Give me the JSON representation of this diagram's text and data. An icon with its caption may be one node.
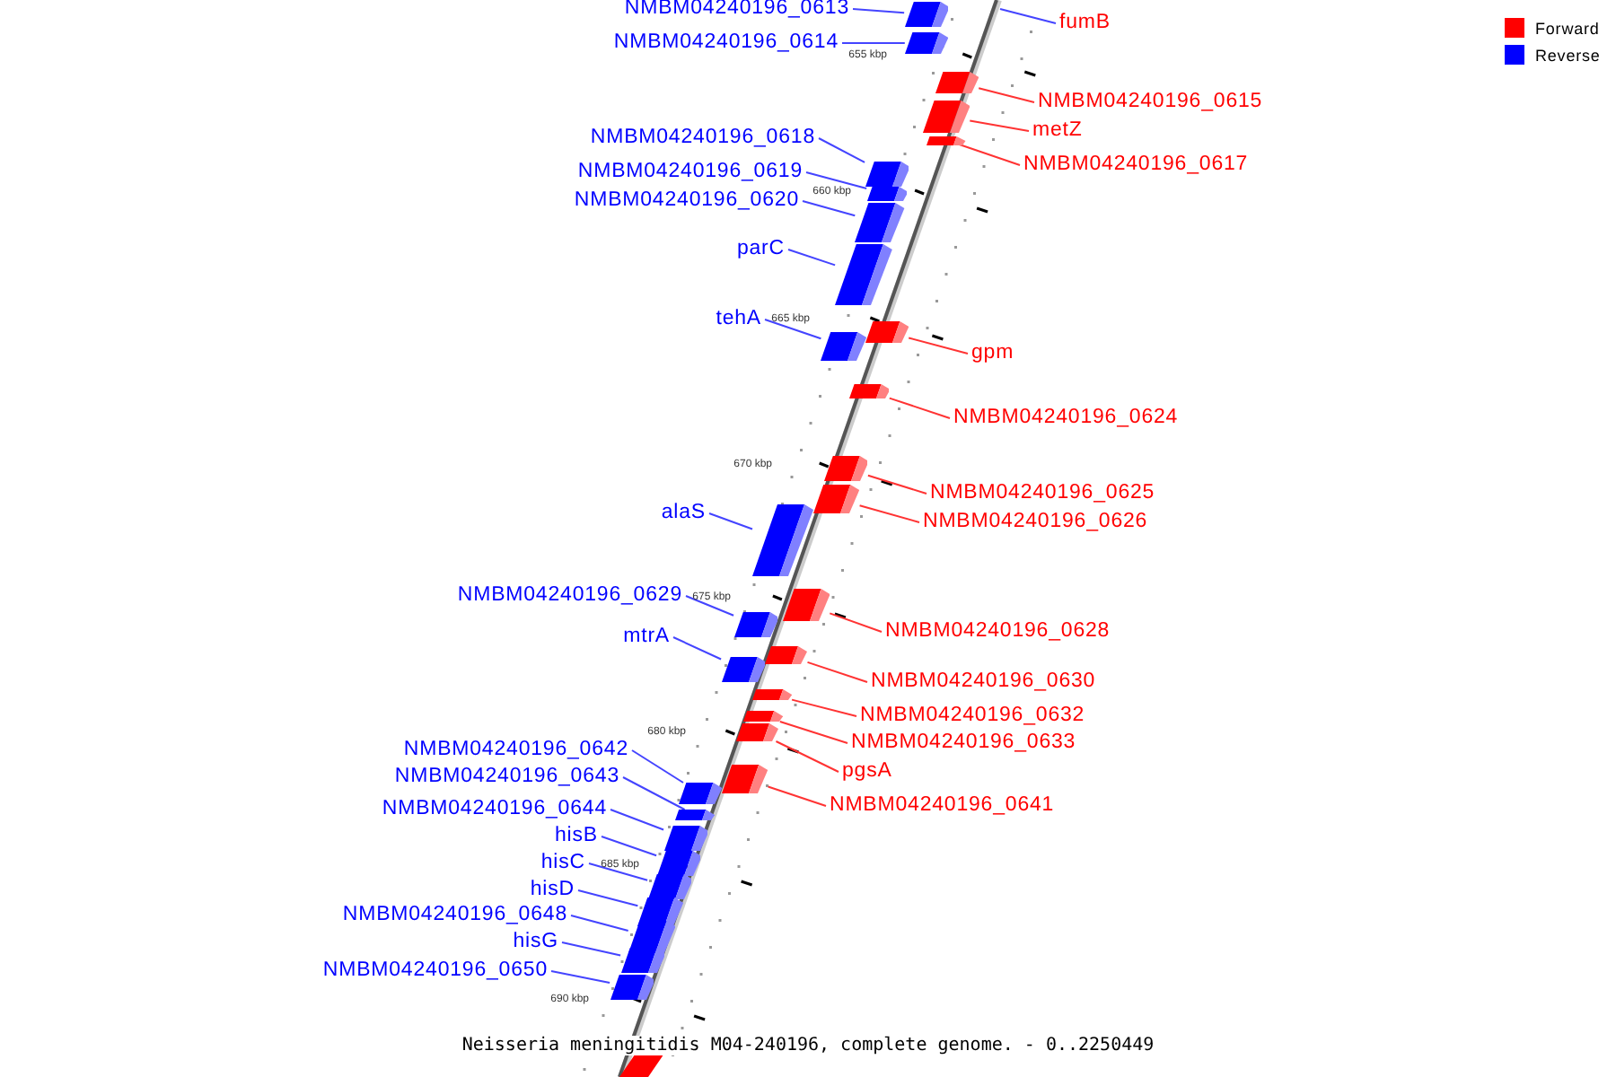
{
  "diagram": {
    "title": "Neisseria meningitidis M04-240196, complete genome. - 0..2250449",
    "nodes": [
      {
        "text": [
          "NMBM04240196_0613"
        ]
      },
      {
        "text": [],
        "shape": "box"
      },
      {
        "text": [
          "fumB"
        ]
      },
      {
        "text": [
          "NMBM04240196_0614"
        ]
      },
      {
        "text": [],
        "shape": "box"
      },
      {
        "text": [
          "NMBM04240196_0615"
        ]
      },
      {
        "text": [],
        "shape": "box"
      },
      {
        "text": [
          "metZ"
        ]
      },
      {
        "text": [],
        "shape": "box"
      },
      {
        "text": [
          "NMBM04240196_0618"
        ]
      },
      {
        "text": [],
        "shape": "box"
      },
      {
        "text": [
          "NMBM04240196_0617"
        ]
      },
      {
        "text": [],
        "shape": "box"
      },
      {
        "text": [
          "NMBM04240196_0619"
        ]
      },
      {
        "text": [],
        "shape": "box"
      },
      {
        "text": [
          "NMBM04240196_0620"
        ]
      },
      {
        "text": [],
        "shape": "box"
      },
      {
        "text": [
          "parC"
        ]
      },
      {
        "text": [],
        "shape": "box"
      },
      {
        "text": [
          "tehA"
        ]
      },
      {
        "text": [],
        "shape": "box"
      },
      {
        "text": [
          "gpm"
        ]
      },
      {
        "text": [],
        "shape": "box"
      },
      {
        "text": [
          "NMBM04240196_0624"
        ]
      },
      {
        "text": [],
        "shape": "box"
      },
      {
        "text": [
          "NMBM04240196_0625"
        ]
      },
      {
        "text": [],
        "shape": "box"
      },
      {
        "text": [
          "alaS"
        ]
      },
      {
        "text": [],
        "shape": "box"
      },
      {
        "text": [
          "NMBM04240196_0626"
        ]
      },
      {
        "text": [],
        "shape": "box"
      },
      {
        "text": [
          "NMBM04240196_0629"
        ]
      },
      {
        "text": [],
        "shape": "box"
      },
      {
        "text": [
          "NMBM04240196_0628"
        ]
      },
      {
        "text": [],
        "shape": "box"
      },
      {
        "text": [
          "mtrA"
        ]
      },
      {
        "text": [],
        "shape": "box"
      },
      {
        "text": [
          "NMBM04240196_0630"
        ]
      },
      {
        "text": [],
        "shape": "box"
      },
      {
        "text": [
          "NMBM04240196_0632"
        ]
      },
      {
        "text": [],
        "shape": "box"
      },
      {
        "text": [
          "NMBM04240196_0633"
        ]
      },
      {
        "text": [],
        "shape": "box"
      },
      {
        "text": [
          "NMBM04240196_0642"
        ]
      },
      {
        "text": [],
        "shape": "box"
      },
      {
        "text": [
          "pgsA"
        ]
      },
      {
        "text": [],
        "shape": "box"
      },
      {
        "text": [
          "NMBM04240196_0643"
        ]
      },
      {
        "text": [],
        "shape": "box"
      },
      {
        "text": [
          "NMBM04240196_0641"
        ]
      },
      {
        "text": [],
        "shape": "box"
      },
      {
        "text": [
          "NMBM04240196_0644"
        ]
      },
      {
        "text": [],
        "shape": "box"
      },
      {
        "text": [
          "hisB"
        ]
      },
      {
        "text": [],
        "shape": "box"
      },
      {
        "text": [
          "hisC"
        ]
      },
      {
        "text": [],
        "shape": "box"
      },
      {
        "text": [
          "hisD"
        ]
      },
      {
        "text": [],
        "shape": "box"
      },
      {
        "text": [
          "NMBM04240196_0648"
        ]
      },
      {
        "text": [],
        "shape": "box"
      },
      {
        "text": [
          "hisG"
        ]
      },
      {
        "text": [],
        "shape": "box"
      },
      {
        "text": [
          "NMBM04240196_0650"
        ]
      },
      {
        "text": [],
        "shape": "box"
      }
    ],
    "edges": [
      {
        "from": 0,
        "to": 1,
        "arrow": "none"
      },
      {
        "from": 2,
        "to": null,
        "arrow": "none"
      },
      {
        "from": 3,
        "to": 4,
        "arrow": "none"
      },
      {
        "from": 5,
        "to": 6,
        "arrow": "none",
        "color": "#ff3333"
      },
      {
        "from": 7,
        "to": 8,
        "arrow": "none",
        "color": "#ff3333"
      },
      {
        "from": 9,
        "to": 10,
        "arrow": "none"
      },
      {
        "from": 11,
        "to": 12,
        "arrow": "none",
        "color": "#ff3333"
      },
      {
        "from": 13,
        "to": 14,
        "arrow": "none"
      },
      {
        "from": 15,
        "to": 16,
        "arrow": "none"
      },
      {
        "from": 17,
        "to": 18,
        "arrow": "none"
      },
      {
        "from": 19,
        "to": 20,
        "arrow": "none"
      },
      {
        "from": 21,
        "to": 22,
        "arrow": "none",
        "color": "#ff3333"
      },
      {
        "from": 23,
        "to": 24,
        "arrow": "none",
        "color": "#ff3333"
      },
      {
        "from": 25,
        "to": 26,
        "arrow": "none",
        "color": "#ff3333"
      },
      {
        "from": 27,
        "to": 28,
        "arrow": "none"
      },
      {
        "from": 29,
        "to": 30,
        "arrow": "none",
        "color": "#ff3333"
      },
      {
        "from": 31,
        "to": 32,
        "arrow": "none"
      },
      {
        "from": 33,
        "to": 34,
        "arrow": "none",
        "color": "#ff3333"
      },
      {
        "from": 35,
        "to": 36,
        "arrow": "none"
      },
      {
        "from": 37,
        "to": 38,
        "arrow": "none",
        "color": "#ff3333"
      },
      {
        "from": 39,
        "to": 40,
        "arrow": "none",
        "color": "#ff3333"
      },
      {
        "from": 41,
        "to": 42,
        "arrow": "none",
        "color": "#ff3333"
      },
      {
        "from": 43,
        "to": 44,
        "arrow": "none"
      },
      {
        "from": 45,
        "to": 46,
        "arrow": "none",
        "color": "#ff3333"
      },
      {
        "from": 47,
        "to": 48,
        "arrow": "none"
      },
      {
        "from": 49,
        "to": 50,
        "arrow": "none",
        "color": "#ff3333"
      },
      {
        "from": 51,
        "to": 52,
        "arrow": "none"
      },
      {
        "from": 53,
        "to": 54,
        "arrow": "none"
      },
      {
        "from": 55,
        "to": 56,
        "arrow": "none"
      },
      {
        "from": 57,
        "to": 58,
        "arrow": "none"
      },
      {
        "from": 59,
        "to": 60,
        "arrow": "none"
      },
      {
        "from": 61,
        "to": 62,
        "arrow": "none"
      },
      {
        "from": 63,
        "to": 64,
        "arrow": "none"
      }
    ],
    "labels": [
      "655 kbp",
      "660 kbp",
      "665 kbp",
      "670 kbp",
      "675 kbp",
      "680 kbp",
      "685 kbp",
      "690 kbp"
    ],
    "legend": [
      {
        "text": "Forward",
        "color": "#ff0000"
      },
      {
        "text": "Reverse",
        "color": "#0000ff"
      }
    ]
  }
}
